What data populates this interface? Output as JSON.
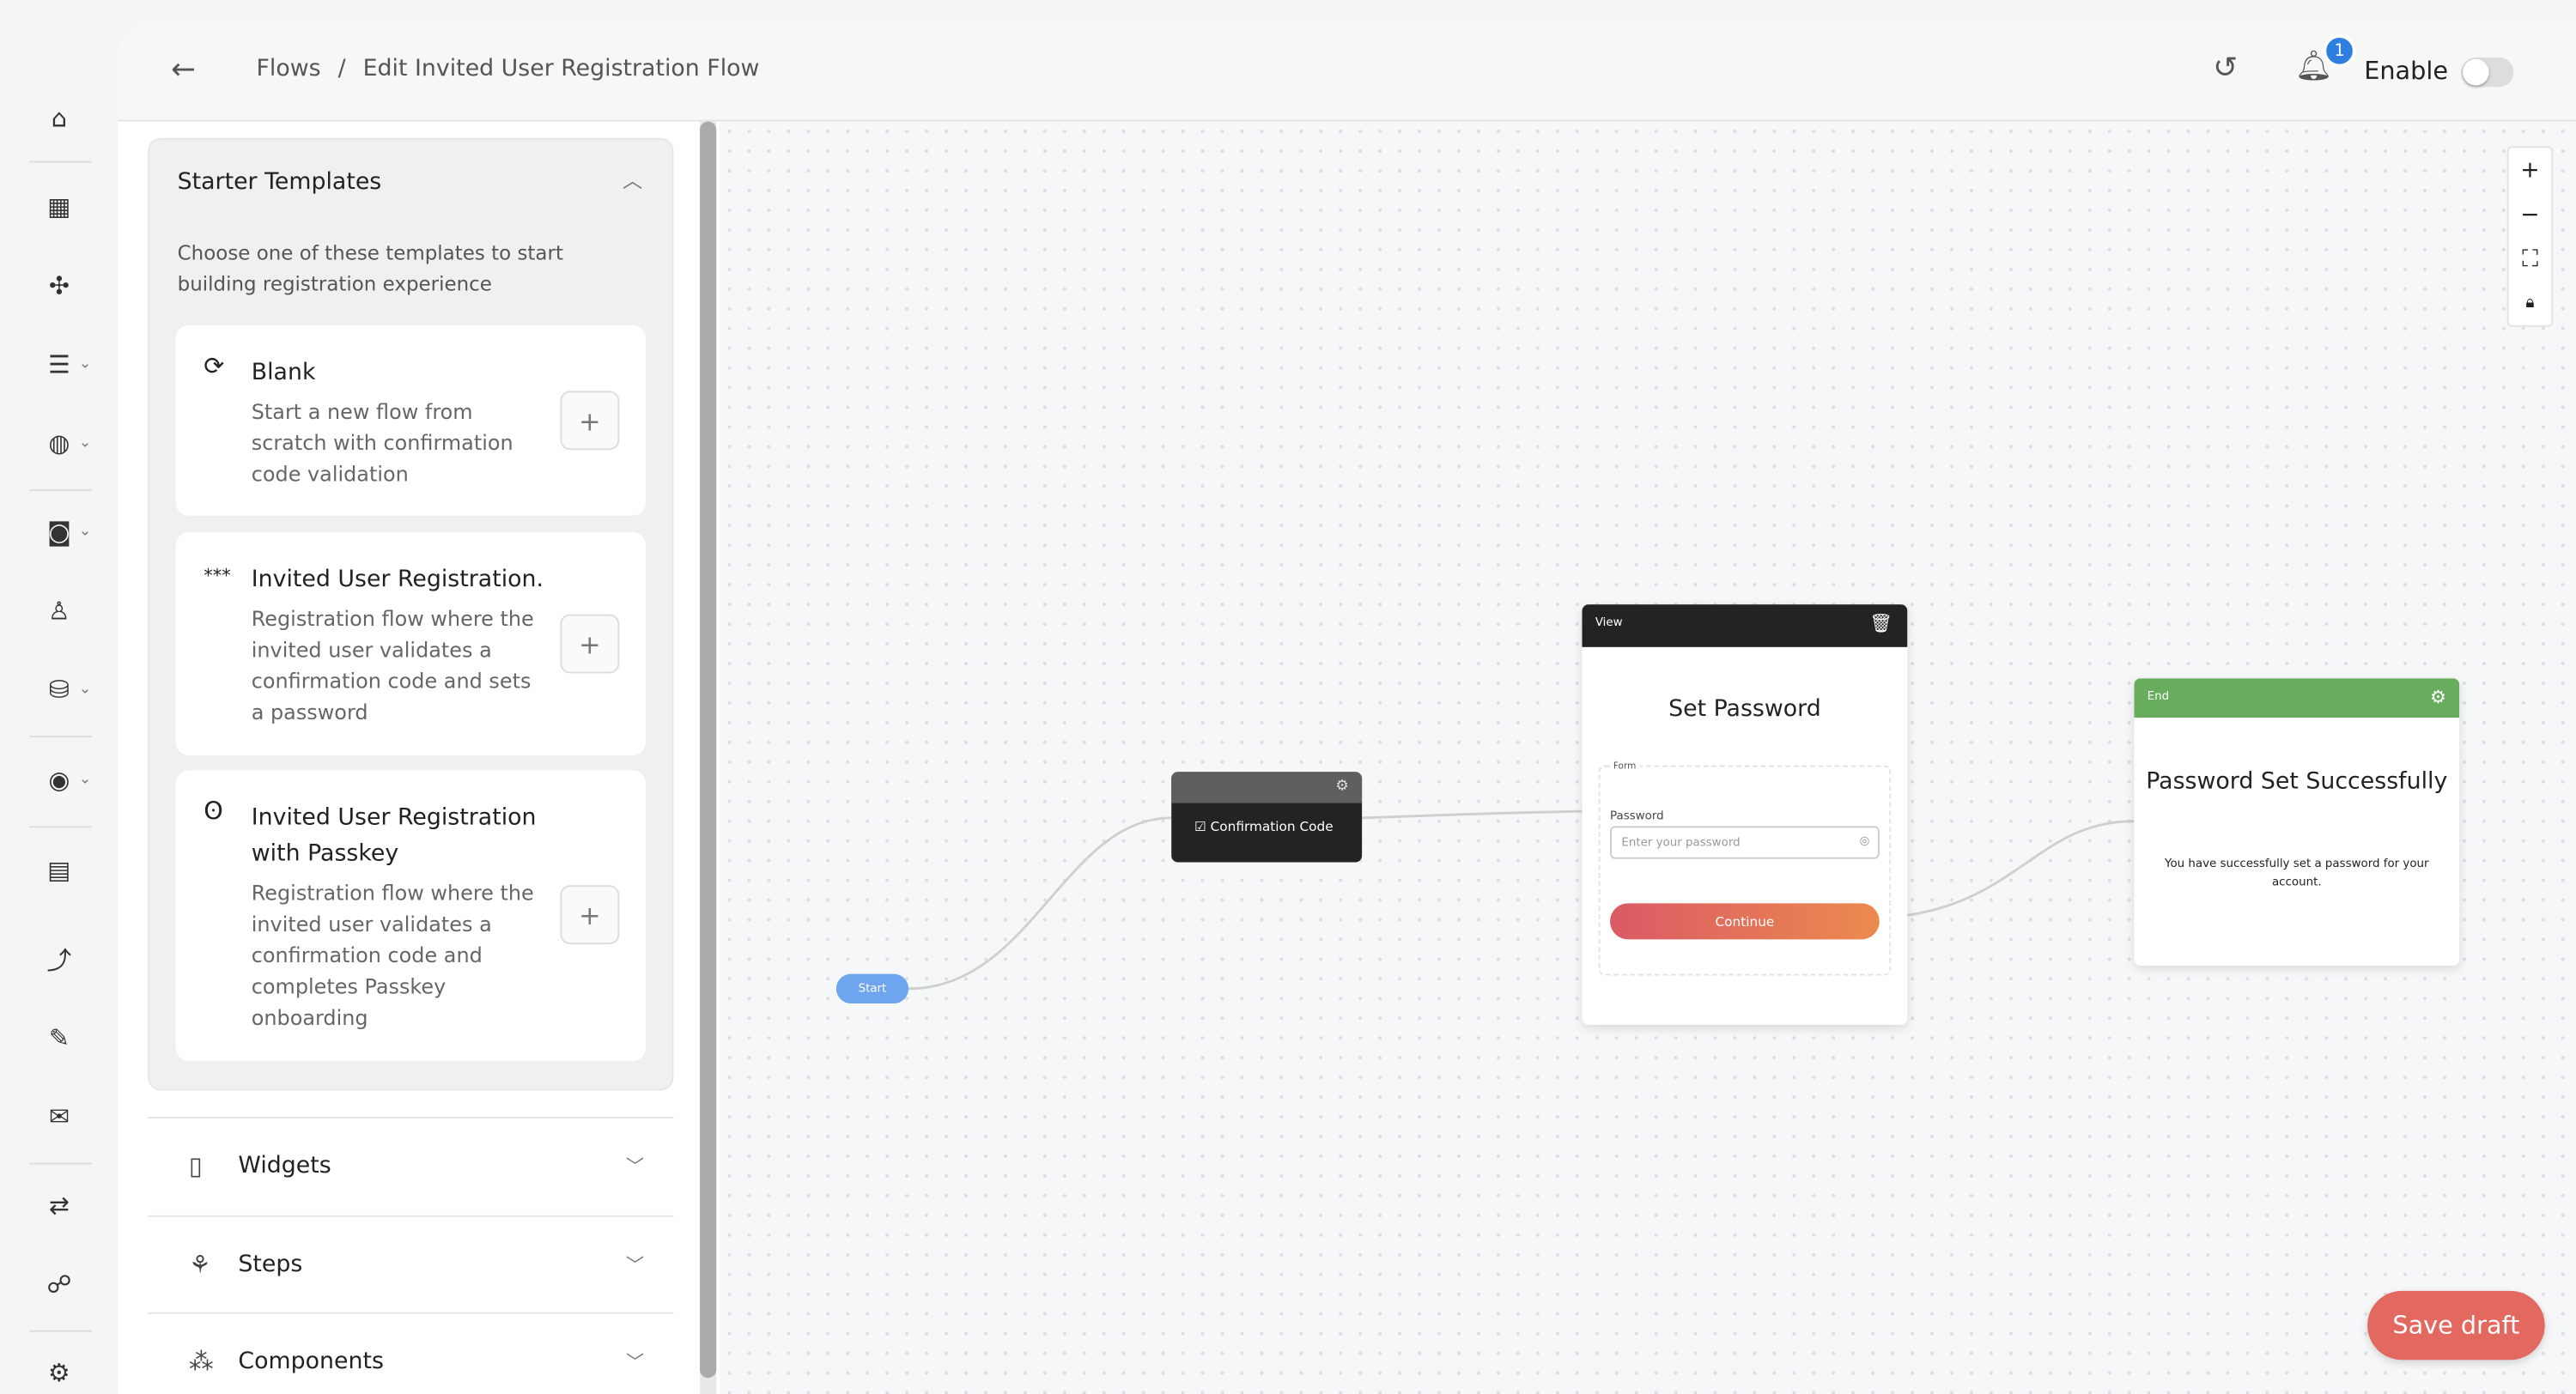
{
  "rail": {
    "icons": [
      "home-icon",
      "grid-icon",
      "network-icon",
      "list-icon",
      "palette-icon",
      "user-card-icon",
      "user-icon",
      "database-icon",
      "eye-icon",
      "building-icon",
      "route-icon",
      "edit-icon",
      "mail-settings-icon",
      "flow-icon",
      "webhook-icon",
      "settings-icon"
    ]
  },
  "header": {
    "breadcrumb": [
      "Flows",
      "/",
      "Edit Invited User Registration Flow"
    ],
    "notification_count": "1",
    "enable_label": "Enable",
    "enable_on": false
  },
  "panel": {
    "templates": {
      "title": "Starter Templates",
      "description": "Choose one of these templates to start building registration experience",
      "items": [
        {
          "icon": "refresh-icon",
          "title": "Blank",
          "description": "Start a new flow from scratch with confirmation code validation"
        },
        {
          "icon": "asterisks-icon",
          "title": "Invited User Registration.",
          "description": "Registration flow where the invited user validates a confirmation code and sets a password"
        },
        {
          "icon": "fingerprint-icon",
          "title": "Invited User Registration with Passkey",
          "description": "Registration flow where the invited user validates a confirmation code and completes Passkey onboarding"
        }
      ]
    },
    "sections": [
      {
        "label": "Widgets",
        "icon": "widgets-icon"
      },
      {
        "label": "Steps",
        "icon": "steps-icon"
      },
      {
        "label": "Components",
        "icon": "components-icon"
      }
    ]
  },
  "canvas": {
    "start_label": "Start",
    "confirmation_node": {
      "label": "Confirmation Code"
    },
    "view_node": {
      "header": "View",
      "title": "Set Password",
      "form_label": "Form",
      "field_label": "Password",
      "field_placeholder": "Enter your password",
      "button": "Continue"
    },
    "end_node": {
      "header": "End",
      "title": "Password Set Successfully",
      "description": "You have successfully set a password for your account.",
      "color": "#68ad5e"
    }
  },
  "save_label": "Save draft",
  "colors": {
    "accent": "#e3685f",
    "badge": "#2f7fe0",
    "start": "#6fa4ee"
  }
}
